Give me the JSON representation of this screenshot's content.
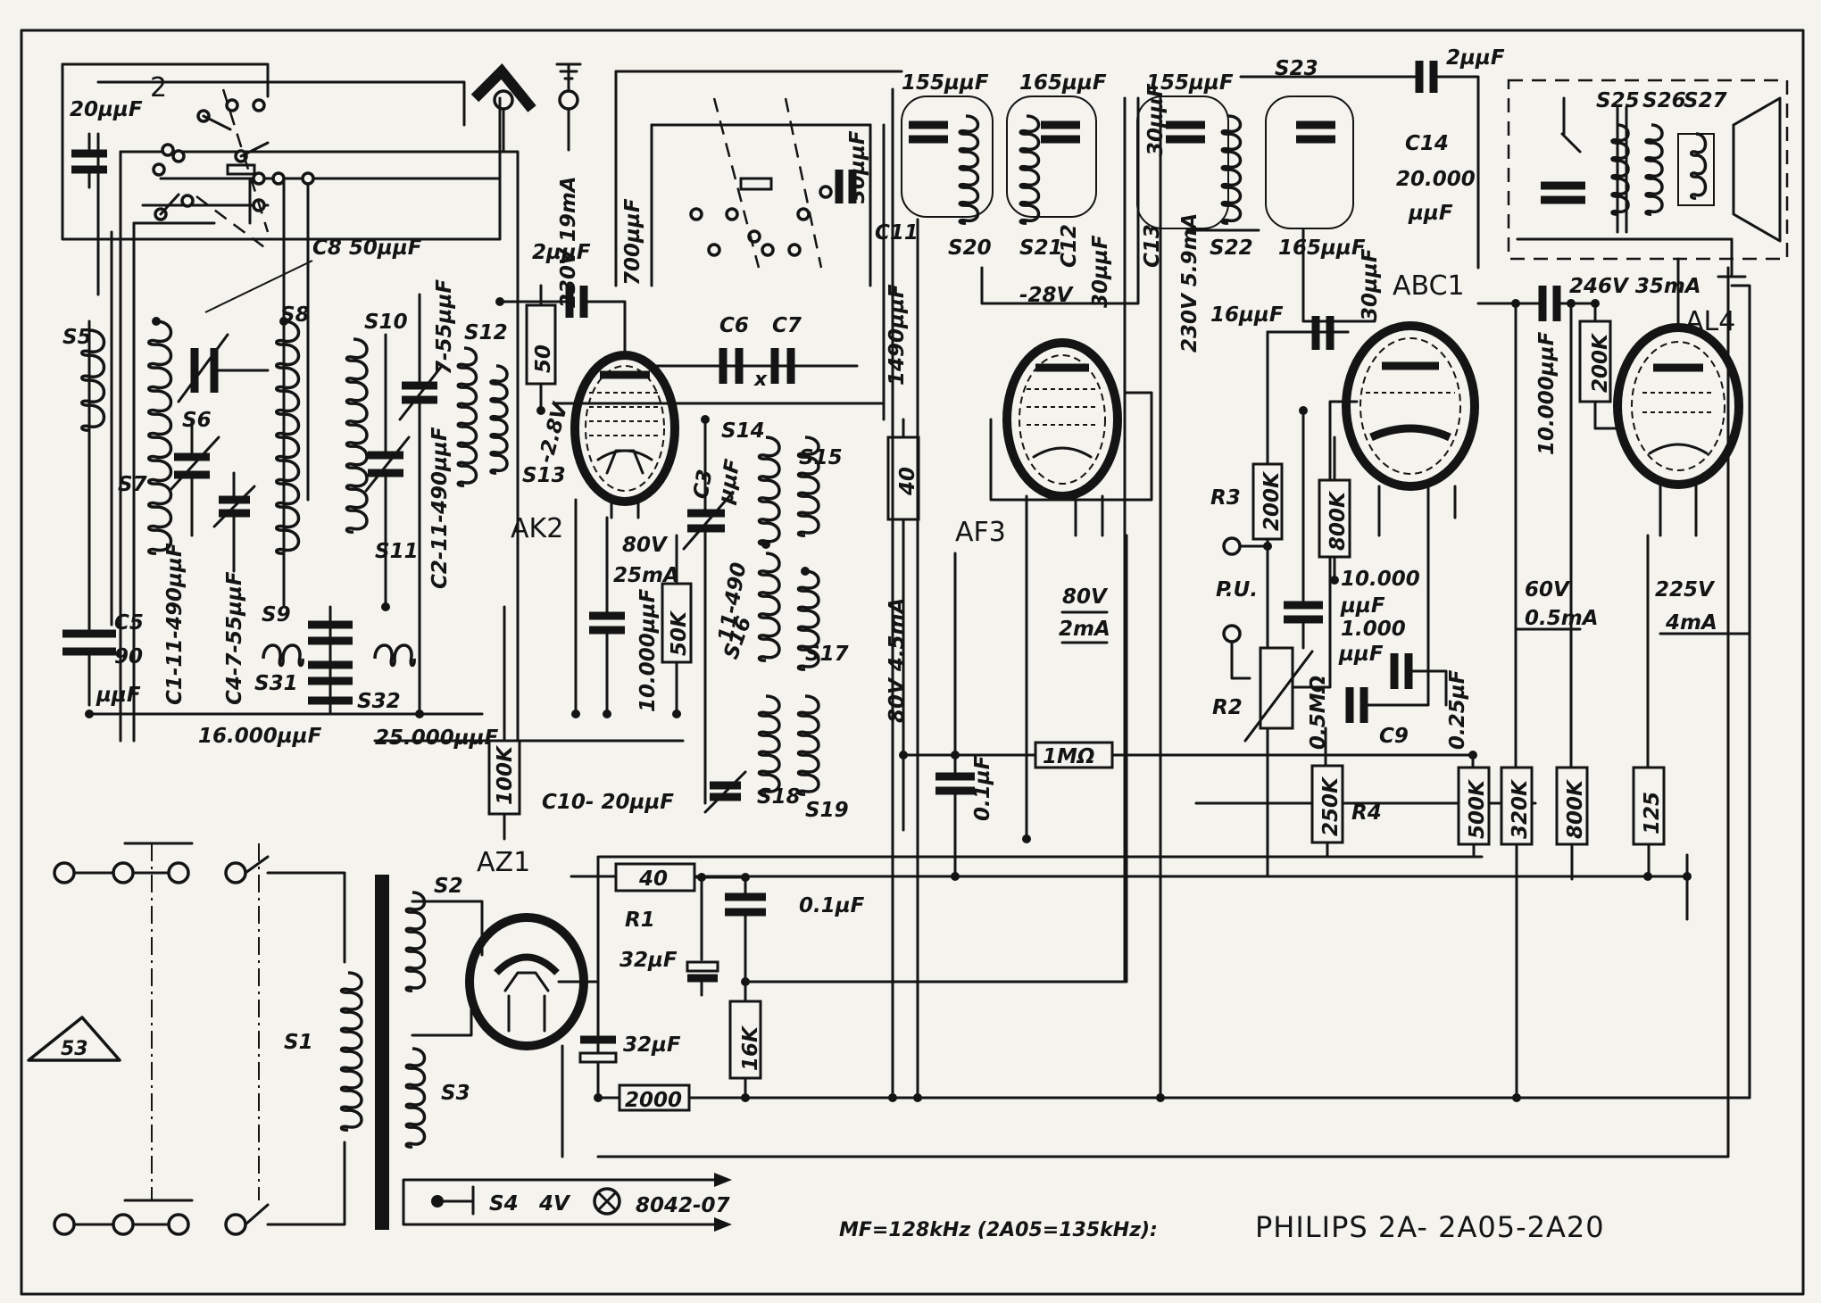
{
  "title": "PHILIPS 2A- 2A05-2A20",
  "if_note": "MF=128kHz (2A05=135kHz):",
  "badge": "53",
  "lamp": {
    "switch": "S4",
    "voltage": "4V",
    "part": "8042-07"
  },
  "tubes": {
    "ak2": "AK2",
    "af3": "AF3",
    "abc1": "ABC1",
    "al4": "AL4",
    "az1": "AZ1"
  },
  "coils": {
    "s1": "S1",
    "s2": "S2",
    "s3": "S3",
    "s5": "S5",
    "s6": "S6",
    "s7": "S7",
    "s8": "S8",
    "s9": "S9",
    "s10": "S10",
    "s11": "S11",
    "s12": "S12",
    "s13": "S13",
    "s14": "S14",
    "s15": "S15",
    "s16": "S16",
    "s17": "S17",
    "s18": "S18",
    "s19": "S19",
    "s20": "S20",
    "s21": "S21",
    "s22": "S22",
    "s23": "S23",
    "s25": "S25",
    "s26": "S26",
    "s27": "S27",
    "s31": "S31",
    "s32": "S32"
  },
  "capacitors": {
    "c_20uuf": "20µµF",
    "switch_2": "2",
    "c8": "C8 50µµF",
    "c_7_55": "7-55µµF",
    "c_2uuf": "2µµF",
    "c5": "C5",
    "c5_val": "90",
    "c5_unit": "µµF",
    "c1": "C1-11-490µµF",
    "c4": "C4-7-55µµF",
    "c2": "C2-11-490µµF",
    "c_16000": "16.000µµF",
    "c_25000": "25.000µµF",
    "c_10000a": "10.000µµF",
    "c6": "C6",
    "c7": "C7",
    "c_1490": "1490µµF",
    "c_700": "700µµF",
    "c_30a": "30µµF",
    "c3": "C3",
    "c3_val": "11-490",
    "c3_unit": "µµF",
    "c10": "C10- 20µµF",
    "c11": "C11",
    "c_155a": "155µµF",
    "c_165a": "165µµF",
    "c12": "C12",
    "c_30b": "30µµF",
    "c13": "C13",
    "c_30c": "30µµF",
    "c_155b": "155µµF",
    "c_165b": "165µµF",
    "c_2uuf_b": "2µµF",
    "c14": "C14",
    "c14_val": "20.000",
    "c14_unit": "µµF",
    "c_16": "16µµF",
    "c_30d": "30µµF",
    "c_10000b": "10.000",
    "c_10000b_unit": "µµF",
    "c_1000": "1.000",
    "c_1000_unit": "µµF",
    "c9": "C9",
    "c_025": "0.25µF",
    "c_10000c": "10.000µµF",
    "c_01a": "0.1µF",
    "c_01b": "0.1µF",
    "c_32a": "32µF",
    "c_32b": "32µF",
    "c_x": "x"
  },
  "resistors": {
    "r50": "50",
    "r40a": "40",
    "r50k": "50K",
    "r100k": "100K",
    "r1m": "1MΩ",
    "r200ka": "200K",
    "r800ka": "800K",
    "r250k": "250K",
    "r500k": "500K",
    "r320k": "320K",
    "r800kb": "800K",
    "r125": "125",
    "r200kb": "200K",
    "r40b": "40",
    "r16k": "16K",
    "r2000": "2000",
    "r1": "R1",
    "r2": "R2",
    "r3": "R3",
    "r4": "R4",
    "r05m": "0.5MΩ"
  },
  "voltages": {
    "v_ak2_top": "230V 19mA",
    "v_ak2_g": "-2.8V",
    "v_80v25": "80V",
    "v_80v25_b": "25mA",
    "v_80v45": "80V 4.5mA",
    "v_28": "-28V",
    "v_230_59": "230V 5.9mA",
    "v_80v2": "80V",
    "v_80v2_b": "2mA",
    "v_246": "246V 35mA",
    "v_60": "60V",
    "v_60_b": "0.5mA",
    "v_225": "225V",
    "v_225_b": "4mA",
    "pu": "P.U."
  }
}
